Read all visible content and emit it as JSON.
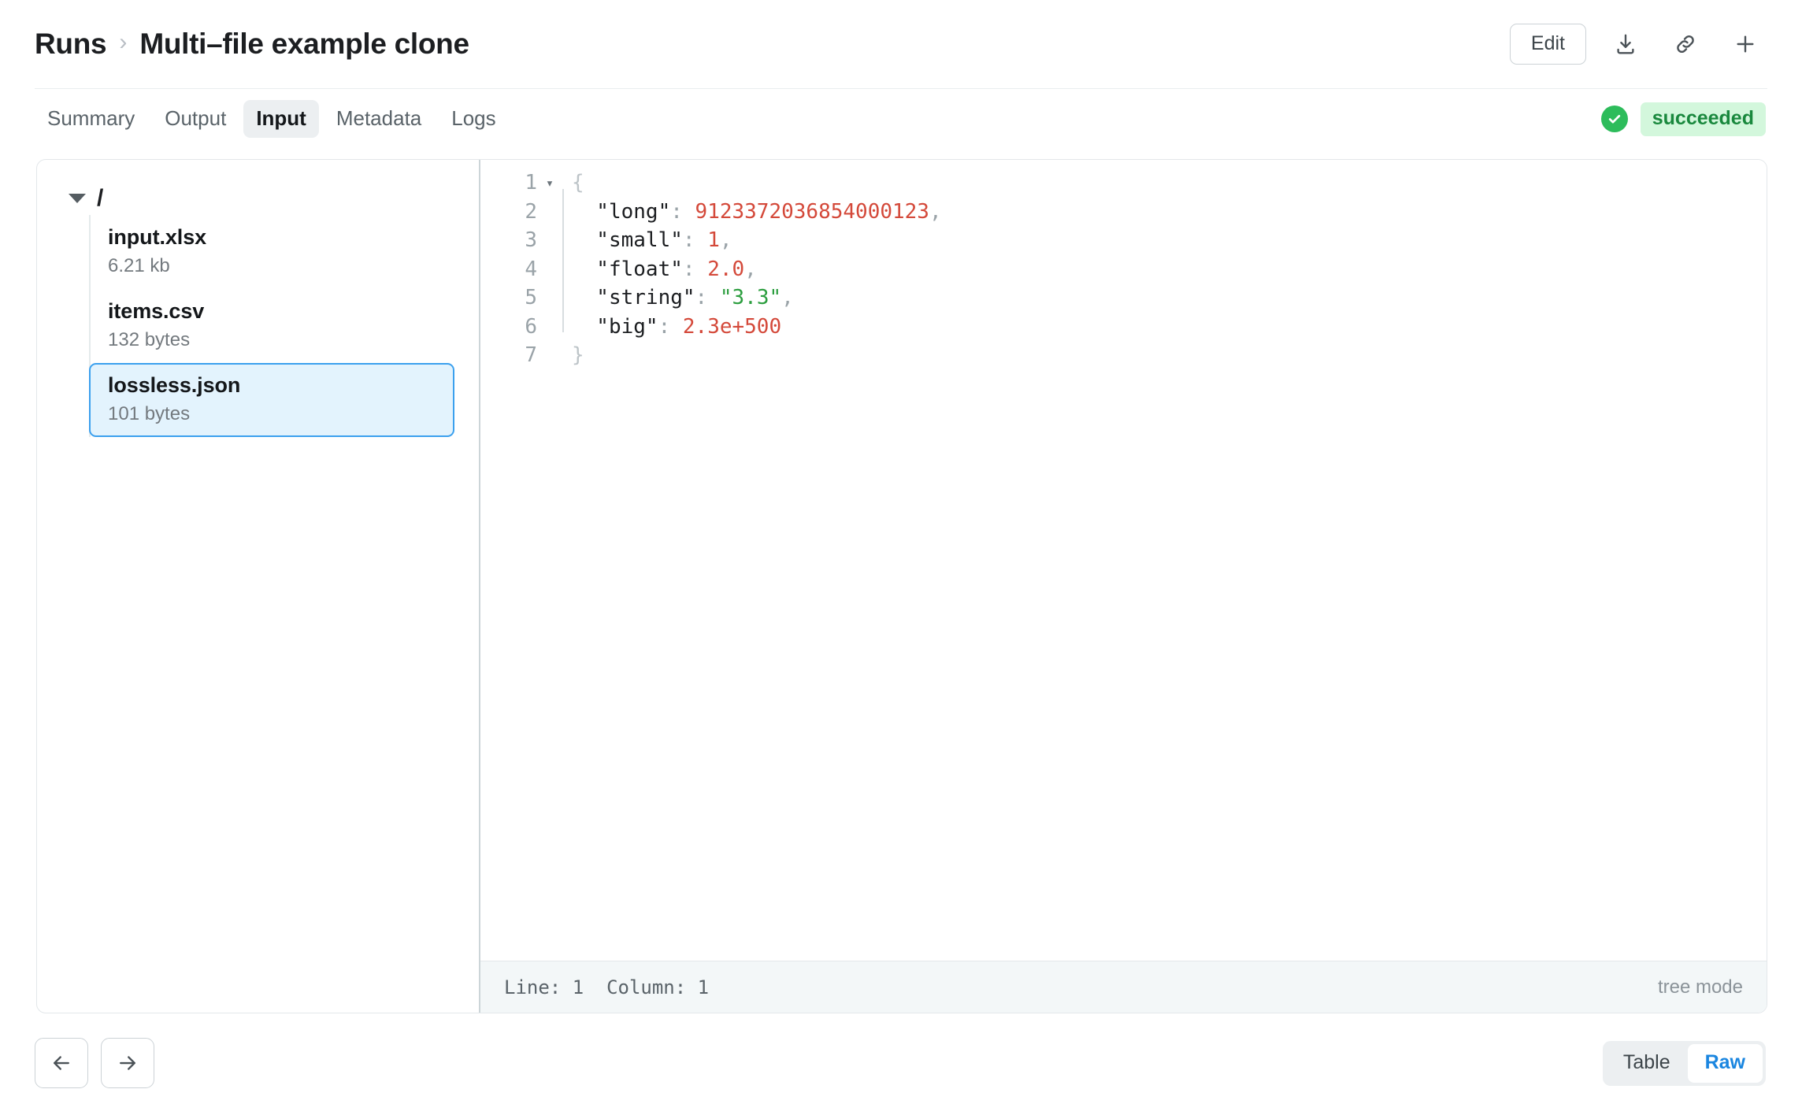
{
  "header": {
    "breadcrumb": {
      "root": "Runs",
      "separator": "›",
      "current": "Multi–file example clone"
    },
    "actions": {
      "edit_label": "Edit",
      "download_icon": "download-icon",
      "link_icon": "link-icon",
      "add_icon": "plus-icon"
    }
  },
  "tabs": [
    {
      "label": "Summary",
      "active": false
    },
    {
      "label": "Output",
      "active": false
    },
    {
      "label": "Input",
      "active": true
    },
    {
      "label": "Metadata",
      "active": false
    },
    {
      "label": "Logs",
      "active": false
    }
  ],
  "status": {
    "label": "succeeded",
    "icon": "check-circle-icon",
    "icon_color": "#2dbc5b",
    "badge_bg": "#d3f7dc",
    "badge_text_color": "#19883d"
  },
  "file_tree": {
    "root_label": "/",
    "expanded": true,
    "files": [
      {
        "name": "input.xlsx",
        "size": "6.21 kb",
        "selected": false
      },
      {
        "name": "items.csv",
        "size": "132 bytes",
        "selected": false
      },
      {
        "name": "lossless.json",
        "size": "101 bytes",
        "selected": true
      }
    ],
    "selected_bg": "#e3f3fd",
    "selected_border": "#3ba0ee"
  },
  "editor": {
    "filename": "lossless.json",
    "lines": [
      {
        "n": "1",
        "fold": true,
        "tokens": [
          {
            "t": "{",
            "c": "brace"
          }
        ]
      },
      {
        "n": "2",
        "fold": false,
        "tokens": [
          {
            "t": "  \"long\"",
            "c": "key"
          },
          {
            "t": ":",
            "c": "colon"
          },
          {
            "t": " 9123372036854000123",
            "c": "num"
          },
          {
            "t": ",",
            "c": "comma"
          }
        ]
      },
      {
        "n": "3",
        "fold": false,
        "tokens": [
          {
            "t": "  \"small\"",
            "c": "key"
          },
          {
            "t": ":",
            "c": "colon"
          },
          {
            "t": " 1",
            "c": "num"
          },
          {
            "t": ",",
            "c": "comma"
          }
        ]
      },
      {
        "n": "4",
        "fold": false,
        "tokens": [
          {
            "t": "  \"float\"",
            "c": "key"
          },
          {
            "t": ":",
            "c": "colon"
          },
          {
            "t": " 2.0",
            "c": "num"
          },
          {
            "t": ",",
            "c": "comma"
          }
        ]
      },
      {
        "n": "5",
        "fold": false,
        "tokens": [
          {
            "t": "  \"string\"",
            "c": "key"
          },
          {
            "t": ":",
            "c": "colon"
          },
          {
            "t": " \"3.3\"",
            "c": "str"
          },
          {
            "t": ",",
            "c": "comma"
          }
        ]
      },
      {
        "n": "6",
        "fold": false,
        "tokens": [
          {
            "t": "  \"big\"",
            "c": "key"
          },
          {
            "t": ":",
            "c": "colon"
          },
          {
            "t": " 2.3e+500",
            "c": "num"
          }
        ]
      },
      {
        "n": "7",
        "fold": false,
        "tokens": [
          {
            "t": "}",
            "c": "brace"
          }
        ]
      }
    ],
    "colors": {
      "number": "#d4493a",
      "string": "#2c9e3f",
      "key": "#1c1e21",
      "punctuation": "#9aa3a8"
    },
    "statusbar": {
      "line_label": "Line: 1",
      "column_label": "Column: 1",
      "mode": "tree mode"
    }
  },
  "footer": {
    "prev_icon": "arrow-left-icon",
    "next_icon": "arrow-right-icon",
    "view_toggle": {
      "options": [
        {
          "label": "Table",
          "active": false
        },
        {
          "label": "Raw",
          "active": true
        }
      ],
      "active_color": "#1a86e0"
    }
  }
}
